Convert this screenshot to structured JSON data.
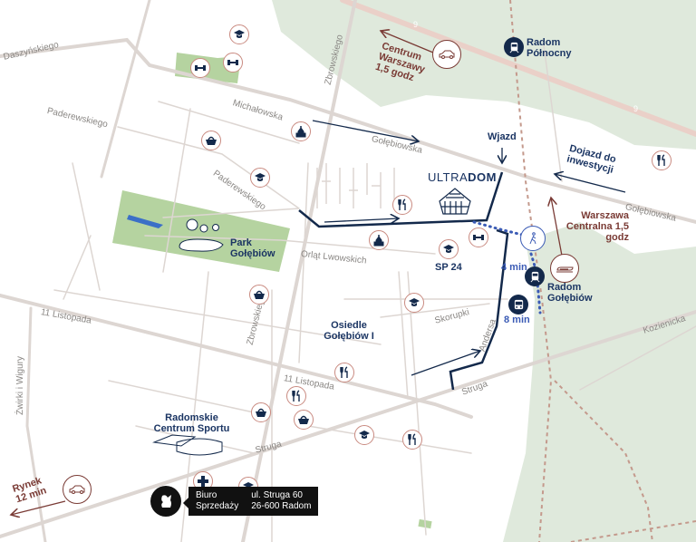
{
  "streets": {
    "daszynskiego": "Daszyńskiego",
    "michalowska": "Michałowska",
    "paderewskiego_1": "Paderewskiego",
    "paderewskiego_2": "Paderewskiego",
    "zbrowskiego_1": "Zbrowskiego",
    "zbrowskiego_2": "Zbrowskiego",
    "golebiowska_1": "Gołębiowska",
    "golebiowska_2": "Gołębiowska",
    "orlat": "Orląt Lwowskich",
    "listopada_1": "11 Listopada",
    "listopada_2": "11 Listopada",
    "zwirki": "Żwirki i Wigury",
    "struga_1": "Struga",
    "struga_2": "Struga",
    "skorupki": "Skorupki",
    "andersa": "Andersa",
    "kozienicka": "Kozienicka",
    "road_number_1": "9",
    "road_number_2": "9"
  },
  "places": {
    "park": "Park Gołębiów",
    "osiedle": "Osiedle Gołębiów I",
    "sport_center": "Radomskie Centrum Sportu",
    "sp24": "SP 24",
    "wjazd": "Wjazd",
    "radom_polnocny": "Radom Północny",
    "radom_golebiow": "Radom Gołębiów",
    "project_brand_light": "ULTRA",
    "project_brand_bold": "DOM"
  },
  "travel": {
    "centrum_warszawy": "Centrum Warszawy 1,5 godz",
    "warszawa_centralna": "Warszawa Centralna 1,5 godz",
    "dojazd": "Dojazd do inwestycji",
    "rynek": "Rynek 12 min",
    "walk_time": "4 min",
    "bus_time": "8 min"
  },
  "sales_office": {
    "title_line1": "Biuro",
    "title_line2": "Sprzedaży",
    "address_line1": "ul. Struga 60",
    "address_line2": "26-600 Radom"
  },
  "colors": {
    "navy": "#13294b",
    "green": "#dfe9dc",
    "park": "#b5d3a0",
    "road": "#ddd6d2",
    "brown": "#7a3b35",
    "blue": "#3b5bb5"
  }
}
